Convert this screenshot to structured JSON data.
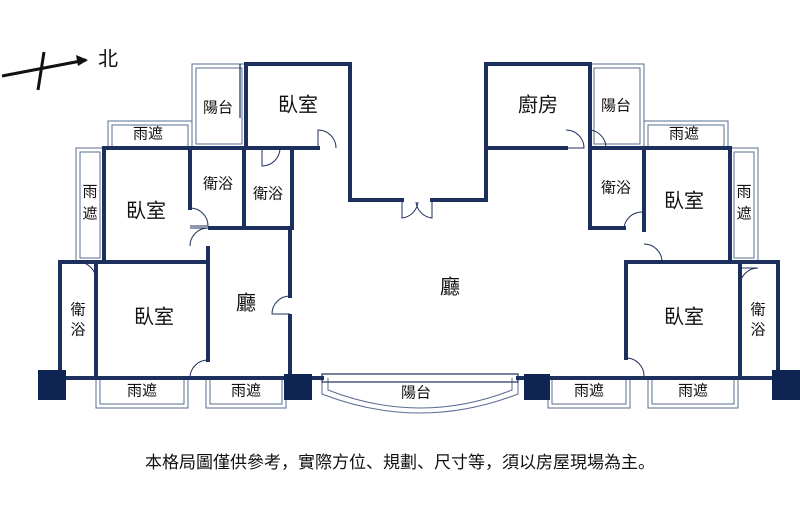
{
  "compass": {
    "label": "北"
  },
  "rooms": {
    "bedroom_top": "臥室",
    "balcony_top_left": "陽台",
    "kitchen": "廚房",
    "balcony_top_right": "陽台",
    "awning_upper_left": "雨遮",
    "awning_upper_right": "雨遮",
    "bedroom_mid_left": "臥室",
    "bath_mid_left_a": "衛浴",
    "bath_mid_left_b": "衛浴",
    "awning_left_side": "雨遮",
    "bath_mid_right": "衛浴",
    "bedroom_mid_right": "臥室",
    "awning_right_side": "雨遮",
    "living_main": "廳",
    "bath_bottom_left": "衛浴",
    "bedroom_bottom_left": "臥室",
    "living_left": "廳",
    "bedroom_bottom_right": "臥室",
    "bath_bottom_right": "衛浴",
    "awning_bottom_1": "雨遮",
    "awning_bottom_2": "雨遮",
    "balcony_bottom": "陽台",
    "awning_bottom_3": "雨遮",
    "awning_bottom_4": "雨遮"
  },
  "disclaimer": "本格局圖僅供參考，實際方位、規劃、尺寸等，須以房屋現場為主。",
  "colors": {
    "wall": "#1d2f5c",
    "pillar": "#0e2453",
    "text": "#111111"
  }
}
